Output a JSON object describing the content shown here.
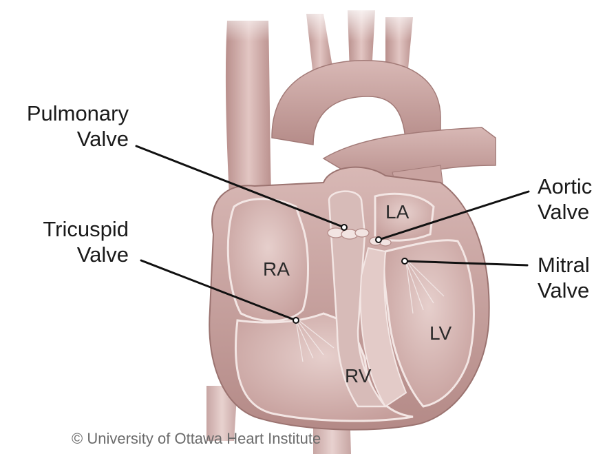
{
  "labels": {
    "pulmonary_valve": [
      "Pulmonary",
      "Valve"
    ],
    "tricuspid_valve": [
      "Tricuspid",
      "Valve"
    ],
    "aortic_valve": [
      "Aortic",
      "Valve"
    ],
    "mitral_valve": [
      "Mitral",
      "Valve"
    ]
  },
  "chambers": {
    "ra": "RA",
    "la": "LA",
    "rv": "RV",
    "lv": "LV"
  },
  "copyright": "© University of Ottawa Heart Institute",
  "colors": {
    "tissue": "#c9a3a0",
    "tissue_dark": "#a97d7a",
    "tissue_light": "#e8d2cf",
    "interior": "#dcc1be",
    "leader_line": "#111111"
  }
}
